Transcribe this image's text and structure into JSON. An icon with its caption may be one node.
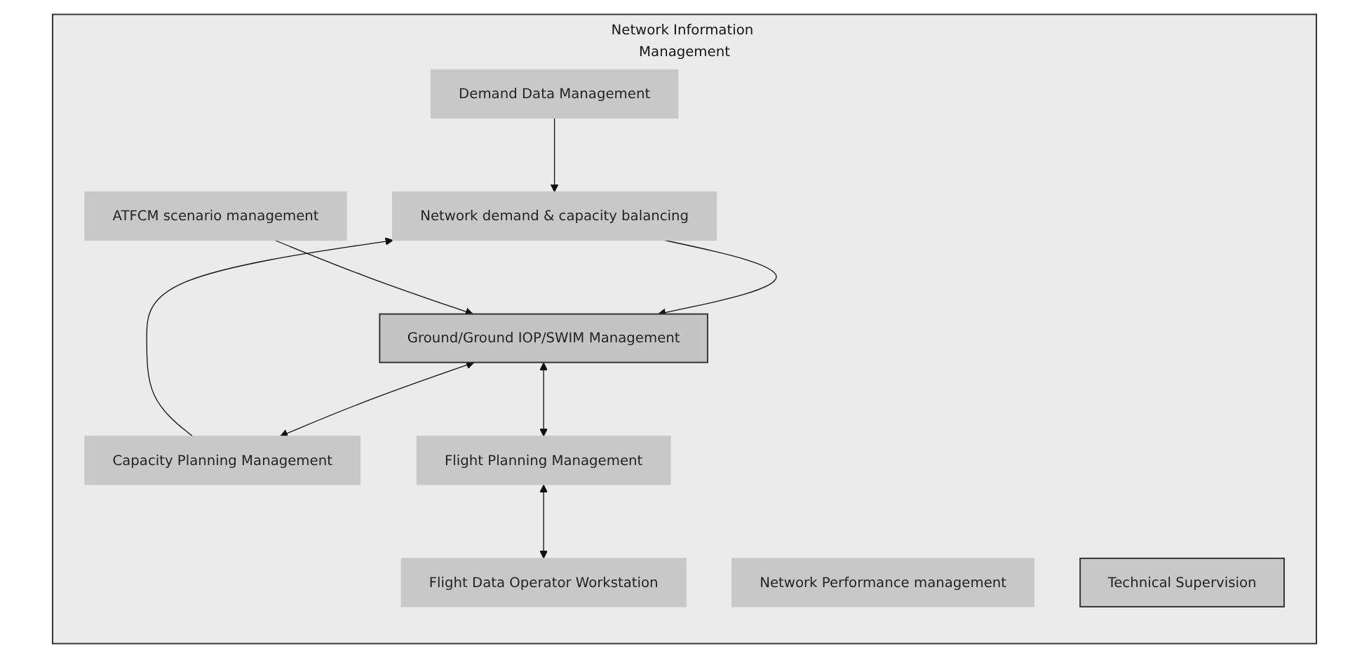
{
  "diagram": {
    "nodes": [
      {
        "text": [
          "Network Information Management"
        ]
      },
      {
        "text": [
          "Network demand & capacity balancing"
        ],
        "in": 0
      },
      {
        "text": [
          "Network Performance management"
        ],
        "in": 0
      },
      {
        "text": [
          "Technical Supervision"
        ],
        "in": 0
      },
      {
        "text": [
          "ATFCM scenario management"
        ],
        "in": 0
      },
      {
        "text": [
          "Capacity Planning Management"
        ],
        "in": 0
      },
      {
        "text": [
          "Flight Data Operator Workstation"
        ],
        "in": 0
      },
      {
        "text": [
          "Ground/Ground IOP/SWIM Management"
        ],
        "in": 0
      },
      {
        "text": [
          "Flight Planning Management"
        ],
        "in": 0
      },
      {
        "text": [
          "Demand Data Management"
        ],
        "in": 0
      }
    ],
    "edges": [
      {
        "from": 1,
        "to": 7,
        "arrow": "to"
      },
      {
        "from": 4,
        "to": 7,
        "arrow": "to"
      },
      {
        "from": 7,
        "to": 5,
        "arrow": "both"
      },
      {
        "from": 5,
        "to": 1,
        "arrow": "to"
      },
      {
        "from": 9,
        "to": 1,
        "arrow": "to"
      },
      {
        "from": 8,
        "to": 6,
        "arrow": "both"
      },
      {
        "from": 7,
        "to": 8,
        "arrow": "both"
      }
    ]
  }
}
